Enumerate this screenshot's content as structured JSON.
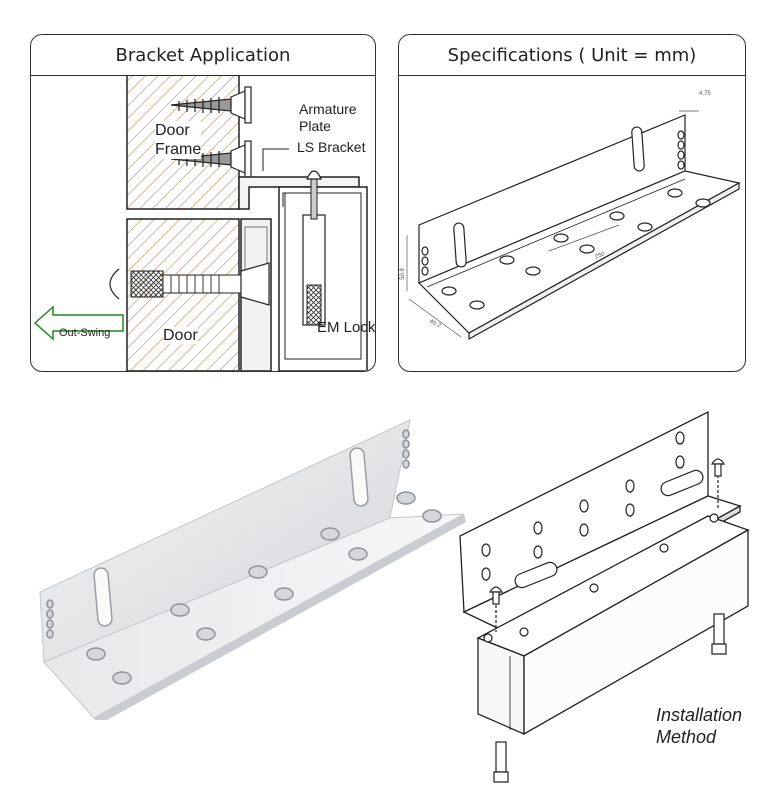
{
  "bracket_application": {
    "title": "Bracket Application",
    "labels": {
      "armature_plate": "Armature\nPlate",
      "ls_bracket": "LS Bracket",
      "door_frame": "Door\nFrame",
      "door": "Door",
      "em_lock": "EM Lock",
      "out_swing": "Out-Swing"
    }
  },
  "specifications": {
    "title": "Specifications ( Unit = mm)",
    "dimensions": [
      "4.75",
      "50.8",
      "40.2",
      "250"
    ]
  },
  "installation": {
    "caption_line1": "Installation",
    "caption_line2": "Method"
  },
  "colors": {
    "hatch": "#b88a5a",
    "outline": "#222222",
    "arrow_outline": "#1a8c1a",
    "aluminium": "#dfe1e3"
  }
}
